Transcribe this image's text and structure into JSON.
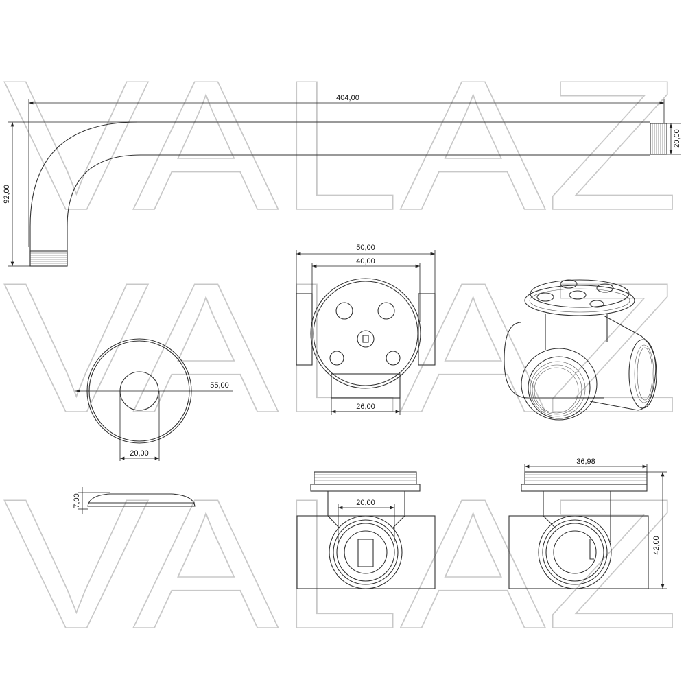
{
  "watermark": "VALAZ",
  "dimensions": {
    "arm_length": "404,00",
    "arm_height": "92,00",
    "arm_thread": "20,00",
    "flange_diameter": "55,00",
    "flange_hole": "20,00",
    "flange_thickness": "7,00",
    "body_width": "50,00",
    "cap_diameter": "40,00",
    "base_width": "26,00",
    "outlet_width": "20,00",
    "thread_diameter": "36,98",
    "body_height": "42,00"
  },
  "colors": {
    "line": "#333333",
    "watermark": "#c8c8c8"
  }
}
